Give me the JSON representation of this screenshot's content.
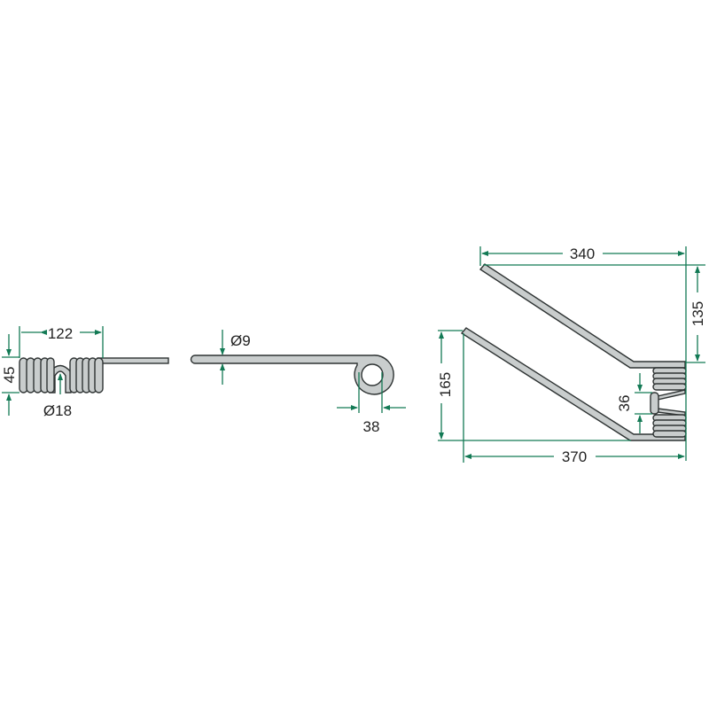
{
  "colors": {
    "dimension": "#137a55",
    "wire_fill": "#c9cdcd",
    "outline": "#2e3333"
  },
  "side_view": {
    "width_label": "122",
    "height_label": "45",
    "inner_diameter_label": "Ø18"
  },
  "tine_view": {
    "wire_diameter_label": "Ø9",
    "loop_label": "38"
  },
  "top_view": {
    "arm_length_label": "340",
    "arm_spacing_label": "135",
    "height_label": "165",
    "overall_length_label": "370",
    "coil_gap_label": "36"
  }
}
